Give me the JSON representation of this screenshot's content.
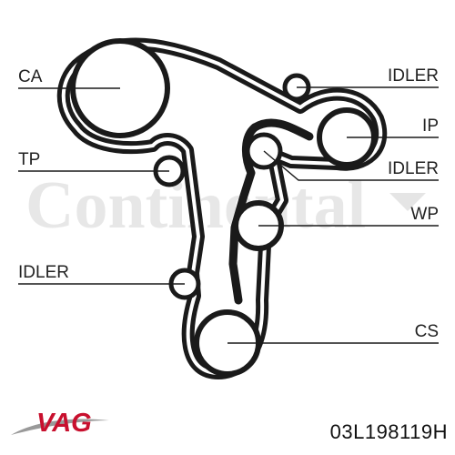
{
  "diagram": {
    "watermark": "Continental",
    "labels": {
      "ca": "CA",
      "tp": "TP",
      "idler_left": "IDLER",
      "idler_top": "IDLER",
      "ip": "IP",
      "idler_mid": "IDLER",
      "wp": "WP",
      "cs": "CS"
    }
  },
  "footer": {
    "brand": "VAG",
    "part_number": "03L198119H"
  },
  "colors": {
    "belt": "#1a1a1a",
    "leader_lines": "#1a1a1a",
    "brand_red": "#c8102e",
    "text": "#222222"
  }
}
